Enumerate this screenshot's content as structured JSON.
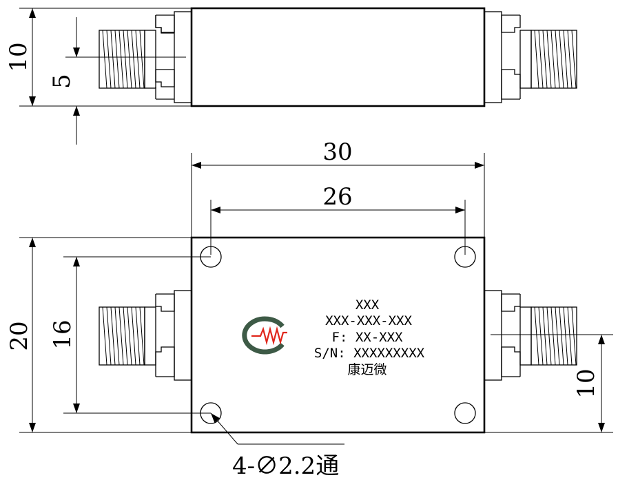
{
  "dimensions": {
    "top_height": "10",
    "top_connector": "5",
    "overall_width": "30",
    "hole_spacing_x": "26",
    "overall_height": "20",
    "hole_spacing_y": "16",
    "port_offset": "10"
  },
  "hole_note": "4-∅2.2通",
  "label": {
    "line1": "XXX",
    "line2": "XXX-XXX-XXX",
    "line3": "F: XX-XXX",
    "line4": "S/N: XXXXXXXXX",
    "line5": "康迈微"
  },
  "logo": {
    "ring_color": "#3d5a46",
    "wave_color": "#e0261b"
  }
}
